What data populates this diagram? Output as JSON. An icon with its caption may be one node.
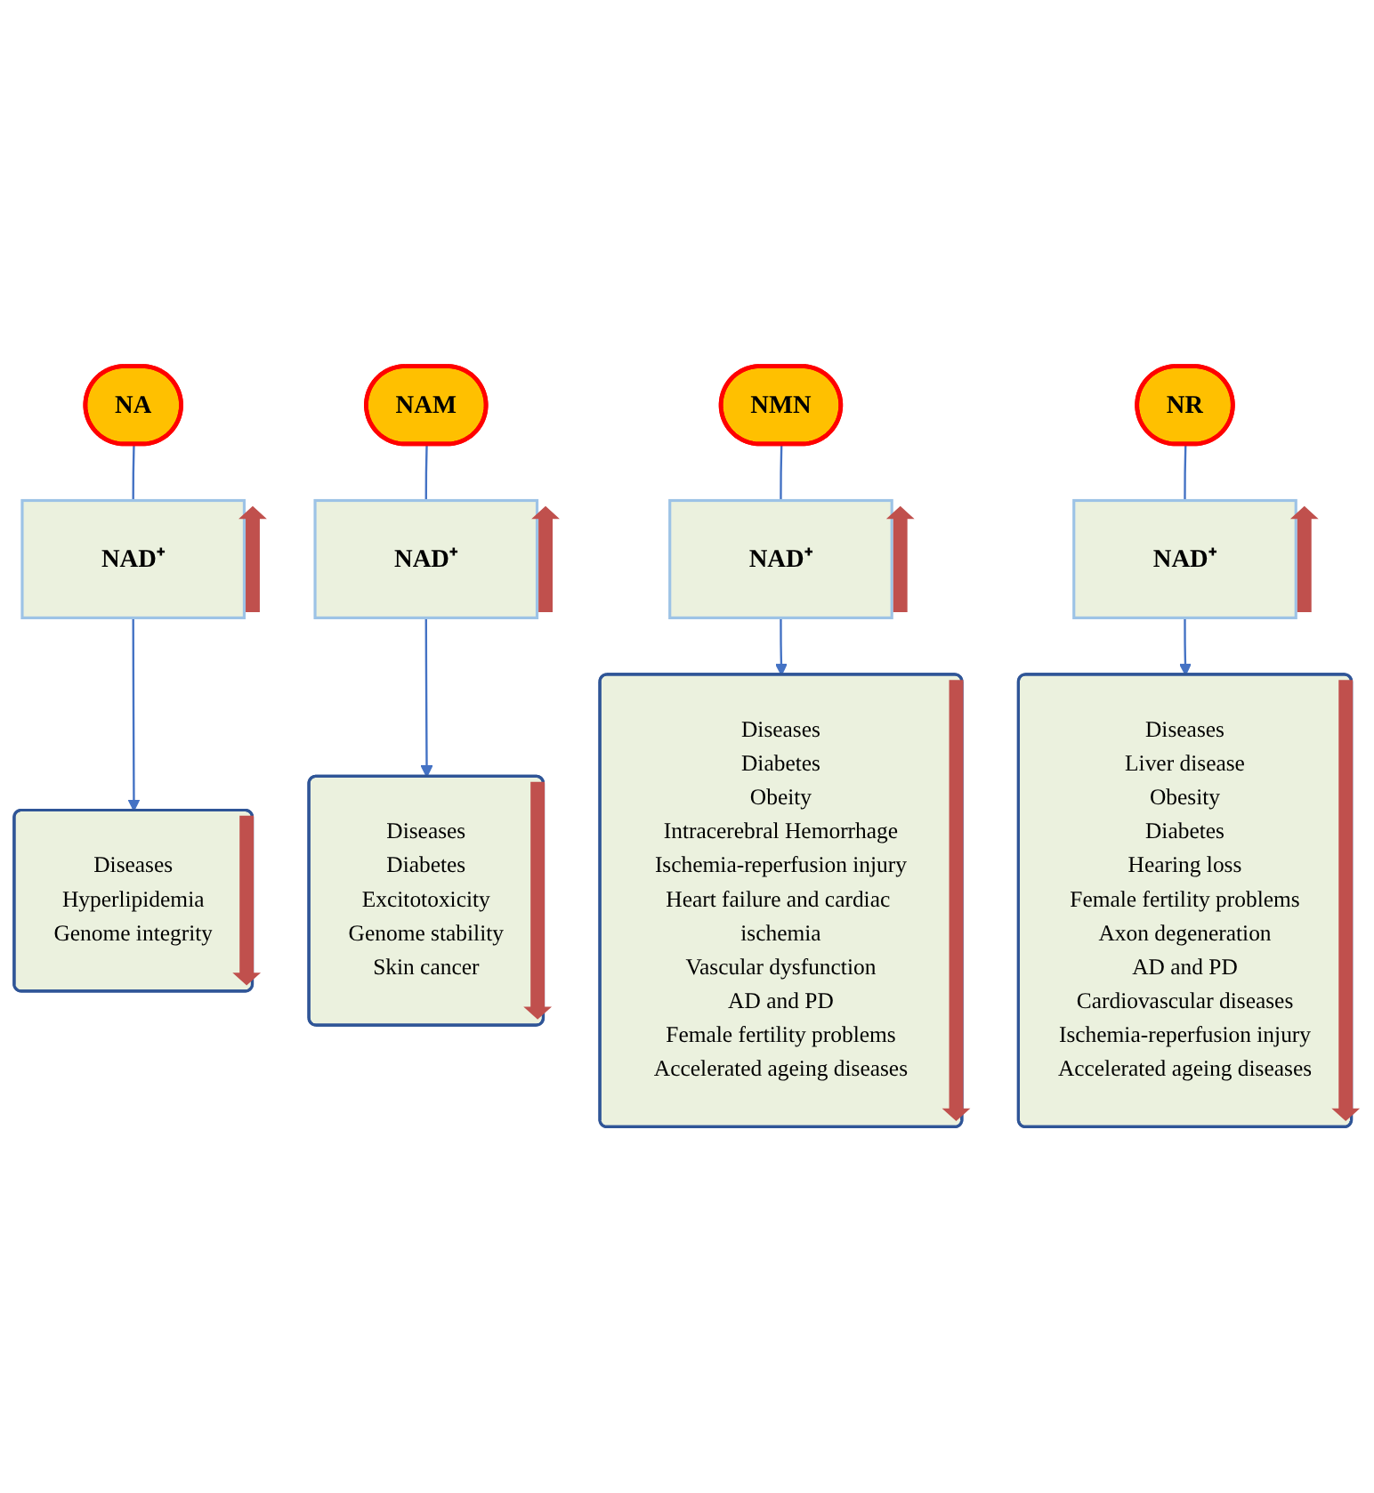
{
  "diagram": {
    "nodes": [
      {
        "text": [
          "NA"
        ]
      },
      {
        "text": [
          "NAD⁺"
        ]
      },
      {
        "text": [
          "Diseases",
          "Hyperlipidemia",
          "Genome integrity"
        ]
      },
      {
        "text": [
          "NAM"
        ]
      },
      {
        "text": [
          "NAD⁺"
        ]
      },
      {
        "text": [
          "Diseases",
          "Diabetes",
          "Excitotoxicity",
          "Genome stability",
          "Skin cancer"
        ]
      },
      {
        "text": [
          "NMN"
        ]
      },
      {
        "text": [
          "NAD⁺"
        ]
      },
      {
        "text": [
          "Diseases",
          "Diabetes",
          "Obeity",
          "Intracerebral Hemorrhage",
          "Ischemia-reperfusion injury",
          "Heart failure and cardiac ischemia",
          "Vascular dysfunction",
          "AD and PD",
          "Female fertility problems",
          "Accelerated ageing diseases"
        ]
      },
      {
        "text": [
          "NR"
        ]
      },
      {
        "text": [
          "NAD⁺"
        ]
      },
      {
        "text": [
          "Diseases",
          "Liver disease",
          "Obesity",
          "Diabetes",
          "Hearing loss",
          "Female fertility problems",
          "Axon degeneration",
          "AD and PD",
          "Cardiovascular diseases",
          "Ischemia-reperfusion injury",
          "Accelerated ageing diseases"
        ]
      }
    ],
    "edges": [
      {
        "from": 0,
        "to": 1,
        "arrow": "none"
      },
      {
        "from": 1,
        "to": 2,
        "arrow": "to"
      },
      {
        "from": 3,
        "to": 4,
        "arrow": "none"
      },
      {
        "from": 4,
        "to": 5,
        "arrow": "to"
      },
      {
        "from": 6,
        "to": 7,
        "arrow": "none"
      },
      {
        "from": 7,
        "to": 8,
        "arrow": "to"
      },
      {
        "from": 9,
        "to": 10,
        "arrow": "none"
      },
      {
        "from": 10,
        "to": 11,
        "arrow": "to"
      }
    ]
  }
}
